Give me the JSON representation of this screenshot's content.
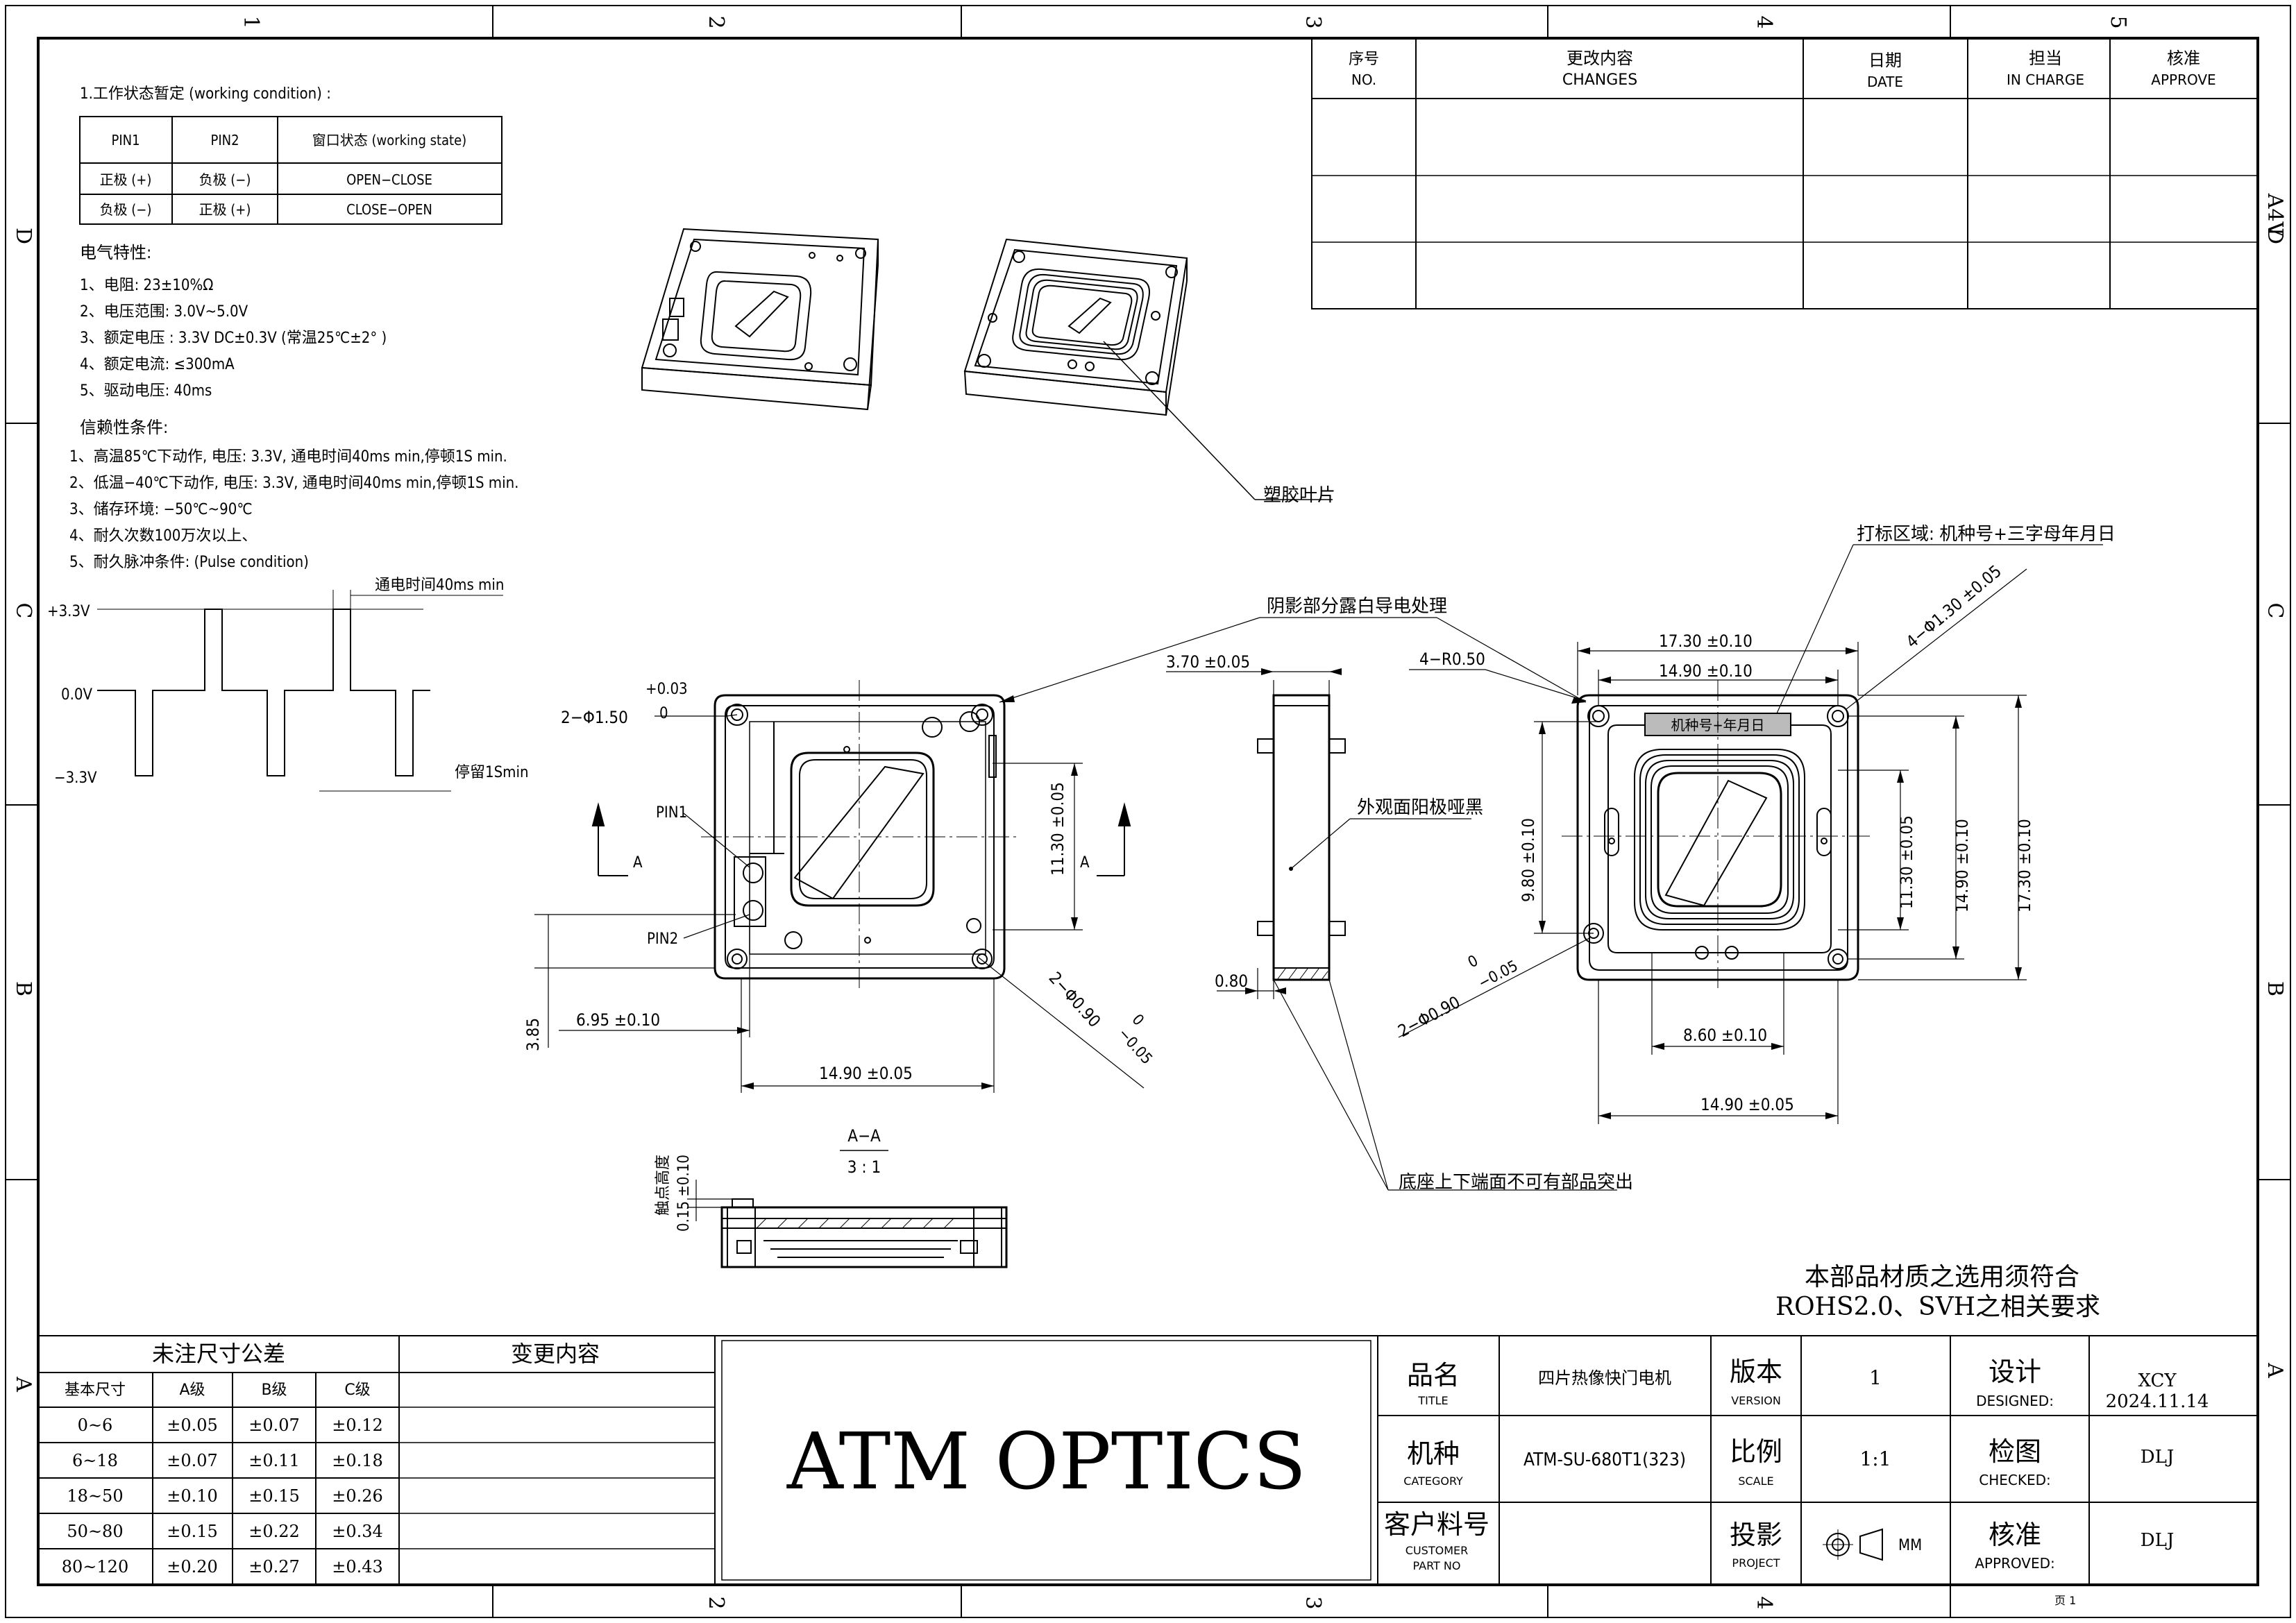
{
  "frame": {
    "columns": [
      "1",
      "2",
      "3",
      "4",
      "5"
    ],
    "rows": [
      "D",
      "C",
      "B",
      "A"
    ],
    "paper": "A4V"
  },
  "notes": {
    "working_title": "1.工作状态暂定 (working condition) :",
    "pin_table": {
      "headers": [
        "PIN1",
        "PIN2",
        "窗口状态 (working state)"
      ],
      "rows": [
        [
          "正极 (+)",
          "负极 (−)",
          "OPEN−CLOSE"
        ],
        [
          "负极 (−)",
          "正极 (+)",
          "CLOSE−OPEN"
        ]
      ]
    },
    "electrical_title": "电气特性:",
    "electrical": [
      "1、电阻: 23±10%Ω",
      "2、电压范围: 3.0V~5.0V",
      "3、额定电压 : 3.3V DC±0.3V (常温25℃±2° )",
      "4、额定电流: ≤300mA",
      "5、驱动电压: 40ms"
    ],
    "reliability_title": "信赖性条件:",
    "reliability": [
      "1、高温85℃下动作, 电压: 3.3V, 通电时间40ms min,停顿1S min.",
      "2、低温−40℃下动作, 电压: 3.3V, 通电时间40ms min,停顿1S min.",
      "3、储存环境: −50℃~90℃",
      "4、耐久次数100万次以上、",
      "5、耐久脉冲条件: (Pulse condition)"
    ],
    "pulse": {
      "v_high": "+3.3V",
      "v_zero": "0.0V",
      "v_low": "−3.3V",
      "on_time": "通电时间40ms min",
      "pause": "停留1Smin"
    }
  },
  "revision_table": {
    "headers": [
      {
        "cn": "序号",
        "en": "NO."
      },
      {
        "cn": "更改内容",
        "en": "CHANGES"
      },
      {
        "cn": "日期",
        "en": "DATE"
      },
      {
        "cn": "担当",
        "en": "IN CHARGE"
      },
      {
        "cn": "核准",
        "en": "APPROVE"
      }
    ]
  },
  "callouts": {
    "plastic_blade": "塑胶叶片",
    "marking_area": "打标区域: 机种号+三字母年月日",
    "shadow_note": "阴影部分露白导电处理",
    "anodize_note": "外观面阳极哑黑",
    "base_note": "底座上下端面不可有部品突出",
    "marking_text": "机种号+年月日",
    "pin1": "PIN1",
    "pin2": "PIN2"
  },
  "dimensions": {
    "front": {
      "hole_2": "2−Φ1.50",
      "hole_tol_up": "+0.03",
      "hole_tol_low": "0",
      "h_11_30": "11.30 ±0.05",
      "w_6_95": "6.95 ±0.10",
      "w_14_90": "14.90 ±0.05",
      "h_3_85": "3.85",
      "hole_0_90": "2−Φ0.90",
      "hole_0_90_tol_up": "0",
      "hole_0_90_tol_low": "−0.05",
      "section": "A"
    },
    "side": {
      "thick_3_70": "3.70 ±0.05",
      "flange_0_80": "0.80"
    },
    "back": {
      "w_17_30": "17.30 ±0.10",
      "w_14_90_top": "14.90 ±0.10",
      "r_0_50": "4−R0.50",
      "hole_4": "4−Φ1.30 ±0.05",
      "h_9_80": "9.80 ±0.10",
      "h_11_30": "11.30 ±0.05",
      "h_14_90": "14.90 ±0.10",
      "h_17_30": "17.30 ±0.10",
      "w_8_60": "8.60 ±0.10",
      "w_14_90_bottom": "14.90 ±0.05",
      "hole_0_90": "2−Φ0.90",
      "hole_0_90_tol_up": "0",
      "hole_0_90_tol_low": "−0.05"
    },
    "section_view": {
      "title": "A−A",
      "scale": "3 : 1",
      "contact_height_label": "触点高度",
      "contact_height_value": "0.15 ±0.10"
    }
  },
  "rohs": {
    "line1": "本部品材质之选用须符合",
    "line2": "ROHS2.0、SVH之相关要求"
  },
  "tolerance_table": {
    "title": "未注尺寸公差",
    "change_title": "变更内容",
    "headers": [
      "基本尺寸",
      "A级",
      "B级",
      "C级"
    ],
    "rows": [
      [
        "0~6",
        "±0.05",
        "±0.07",
        "±0.12"
      ],
      [
        "6~18",
        "±0.07",
        "±0.11",
        "±0.18"
      ],
      [
        "18~50",
        "±0.10",
        "±0.15",
        "±0.26"
      ],
      [
        "50~80",
        "±0.15",
        "±0.22",
        "±0.34"
      ],
      [
        "80~120",
        "±0.20",
        "±0.27",
        "±0.43"
      ]
    ]
  },
  "title_block": {
    "company": "ATM OPTICS",
    "title_cn": "品名",
    "title_en": "TITLE",
    "title_value": "四片热像快门电机",
    "category_cn": "机种",
    "category_en": "CATEGORY",
    "category_value": "ATM-SU-680T1(323)",
    "customer_cn": "客户料号",
    "customer_en1": "CUSTOMER",
    "customer_en2": "PART NO",
    "version_cn": "版本",
    "version_en": "VERSION",
    "version_value": "1",
    "scale_cn": "比例",
    "scale_en": "SCALE",
    "scale_value": "1:1",
    "projection_cn": "投影",
    "projection_en": "PROJECT",
    "projection_unit": "MM",
    "designed_cn": "设计",
    "designed_en": "DESIGNED:",
    "designed_name": "XCY",
    "designed_date": "2024.11.14",
    "checked_cn": "检图",
    "checked_en": "CHECKED:",
    "checked_name": "DLJ",
    "approved_cn": "核准",
    "approved_en": "APPROVED:",
    "approved_name": "DLJ",
    "sheet": "页 1"
  }
}
